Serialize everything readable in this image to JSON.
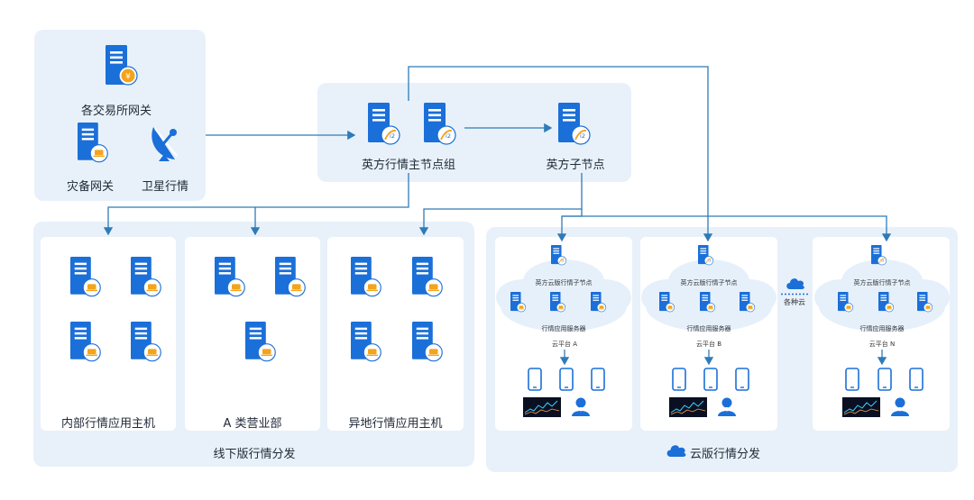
{
  "sources": {
    "exchange_gateway": "各交易所网关",
    "backup_gateway": "灾备网关",
    "satellite": "卫星行情"
  },
  "core": {
    "main_node_group": "英方行情主节点组",
    "child_node": "英方子节点"
  },
  "offline": {
    "title": "线下版行情分发",
    "columns": [
      "内部行情应用主机",
      "A 类营业部",
      "异地行情应用主机"
    ]
  },
  "cloud": {
    "title": "云版行情分发",
    "child_node_label": "英方云版行情子节点",
    "app_server_label": "行情应用服务器",
    "platforms": [
      "云平台 A",
      "云平台 B",
      "云平台 N"
    ],
    "various_clouds": "各种云"
  },
  "colors": {
    "accent": "#1b6fd8",
    "panel": "#e8f1fa",
    "line": "#2e7bb8",
    "badge": "#f2a41c"
  }
}
